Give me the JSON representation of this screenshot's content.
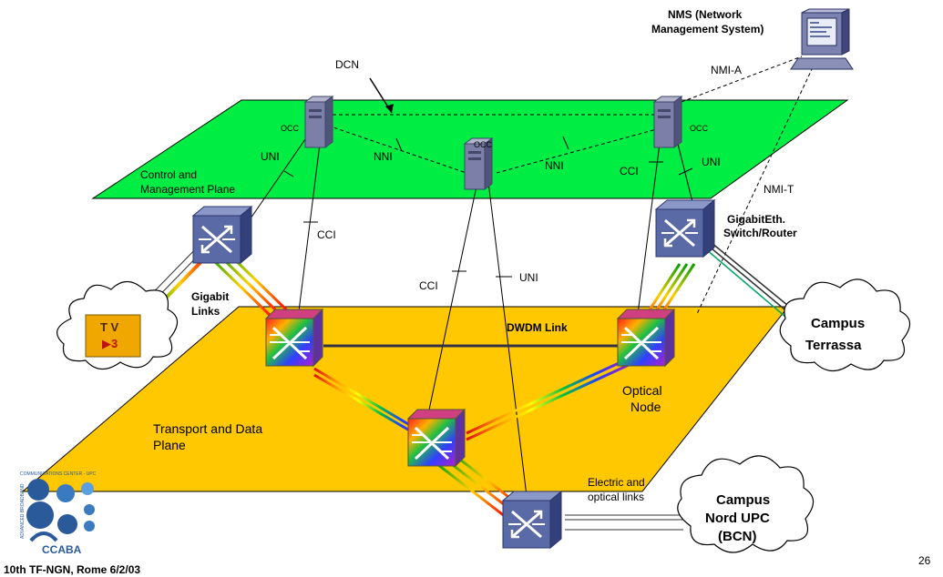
{
  "labels": {
    "nms_line1": "NMS  (Network",
    "nms_line2": "Management System)",
    "dcn": "DCN",
    "nmi_a": "NMI-A",
    "nmi_t": "NMI-T",
    "occ_left": "OCC",
    "occ_center": "OCC",
    "occ_right": "OCC",
    "uni_left": "UNI",
    "uni_right": "UNI",
    "uni_center": "UNI",
    "nni_left": "NNI",
    "nni_right": "NNI",
    "cci_right_top": "CCI",
    "cci_left": "CCI",
    "cci_center": "CCI",
    "control_plane_line1": "Control and",
    "control_plane_line2": "Management Plane",
    "gigabit_switch_line1": "GigabitEth.",
    "gigabit_switch_line2": "Switch/Router",
    "gigabit_links_line1": "Gigabit",
    "gigabit_links_line2": "Links",
    "dwdm_link": "DWDM Link",
    "optical_node_line1": "Optical",
    "optical_node_line2": "Node",
    "transport_plane_line1": "Transport and Data",
    "transport_plane_line2": "Plane",
    "electric_line1": "Electric and",
    "electric_line2": "optical links",
    "campus_terrassa_line1": "Campus",
    "campus_terrassa_line2": "Terrassa",
    "campus_nord_line1": "Campus",
    "campus_nord_line2": "Nord UPC",
    "campus_nord_line3": "(BCN)",
    "tv3_line1": "T V",
    "tv3_line2": "▶3"
  },
  "logo": {
    "name": "CCABA",
    "arc_text": "COMMUNICATIONS CENTER - UPC",
    "side_text": "ADVANCED BROADBAND"
  },
  "footer": {
    "text": "10th TF-NGN, Rome 6/2/03",
    "page_number": "26"
  },
  "colors": {
    "control_plane": "#00ee44",
    "transport_plane": "#ffc800",
    "device": "#5a6aa6",
    "server": "#7c80a8"
  }
}
